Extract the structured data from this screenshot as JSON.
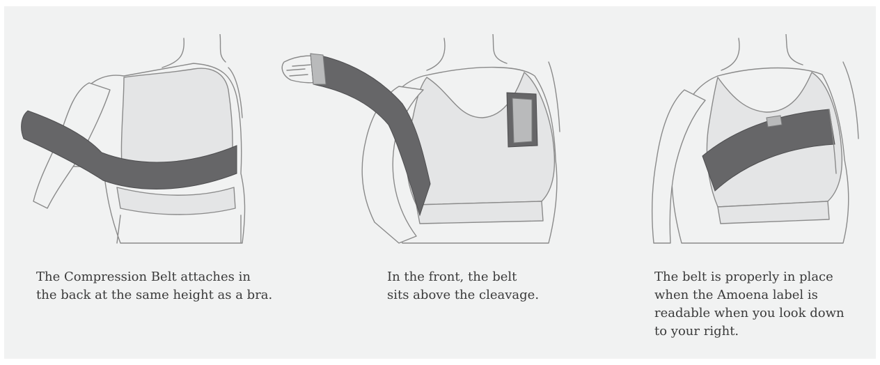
{
  "steps": [
    {
      "caption_lines": [
        "The Compression Belt attaches in",
        "the back at the same height as a bra."
      ]
    },
    {
      "caption_lines": [
        "In the front, the belt",
        "sits above the cleavage."
      ]
    },
    {
      "caption_lines": [
        "The belt is properly in place",
        "when the Amoena label is",
        "readable when you look down",
        "to your right."
      ]
    }
  ],
  "colors": {
    "background": "#f1f2f2",
    "belt": "#666668",
    "bra": "#e4e5e6",
    "outline": "#8a8a8a",
    "text": "#3a3a3a"
  }
}
